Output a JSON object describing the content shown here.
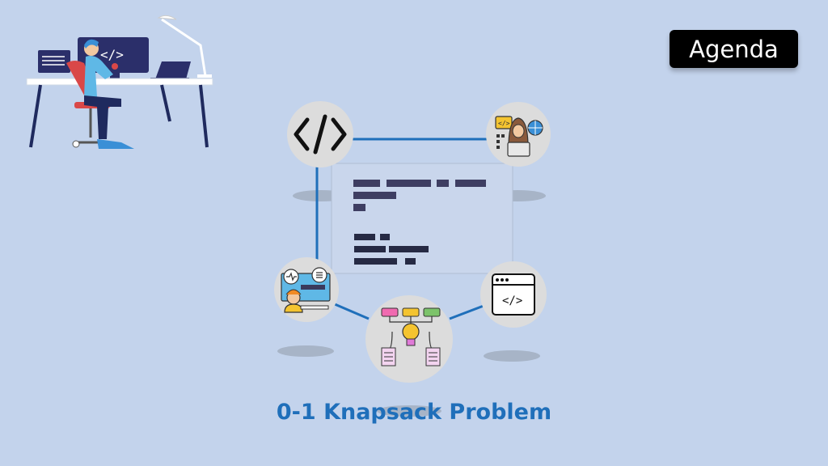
{
  "slide": {
    "agenda_label": "Agenda",
    "title": "0-1 Knapsack Problem"
  },
  "icons": {
    "illustration": "developer-at-desk-illustration",
    "top_left": "code-brackets-icon",
    "top_right": "hacker-coder-icon",
    "mid_left": "developer-monitor-icon",
    "mid_right": "browser-code-icon",
    "bottom": "flowchart-idea-icon"
  },
  "colors": {
    "background": "#c3d3ec",
    "accent": "#1f6fba",
    "circle": "#dcdcdc",
    "agenda_bg": "#000000",
    "agenda_text": "#ffffff"
  }
}
